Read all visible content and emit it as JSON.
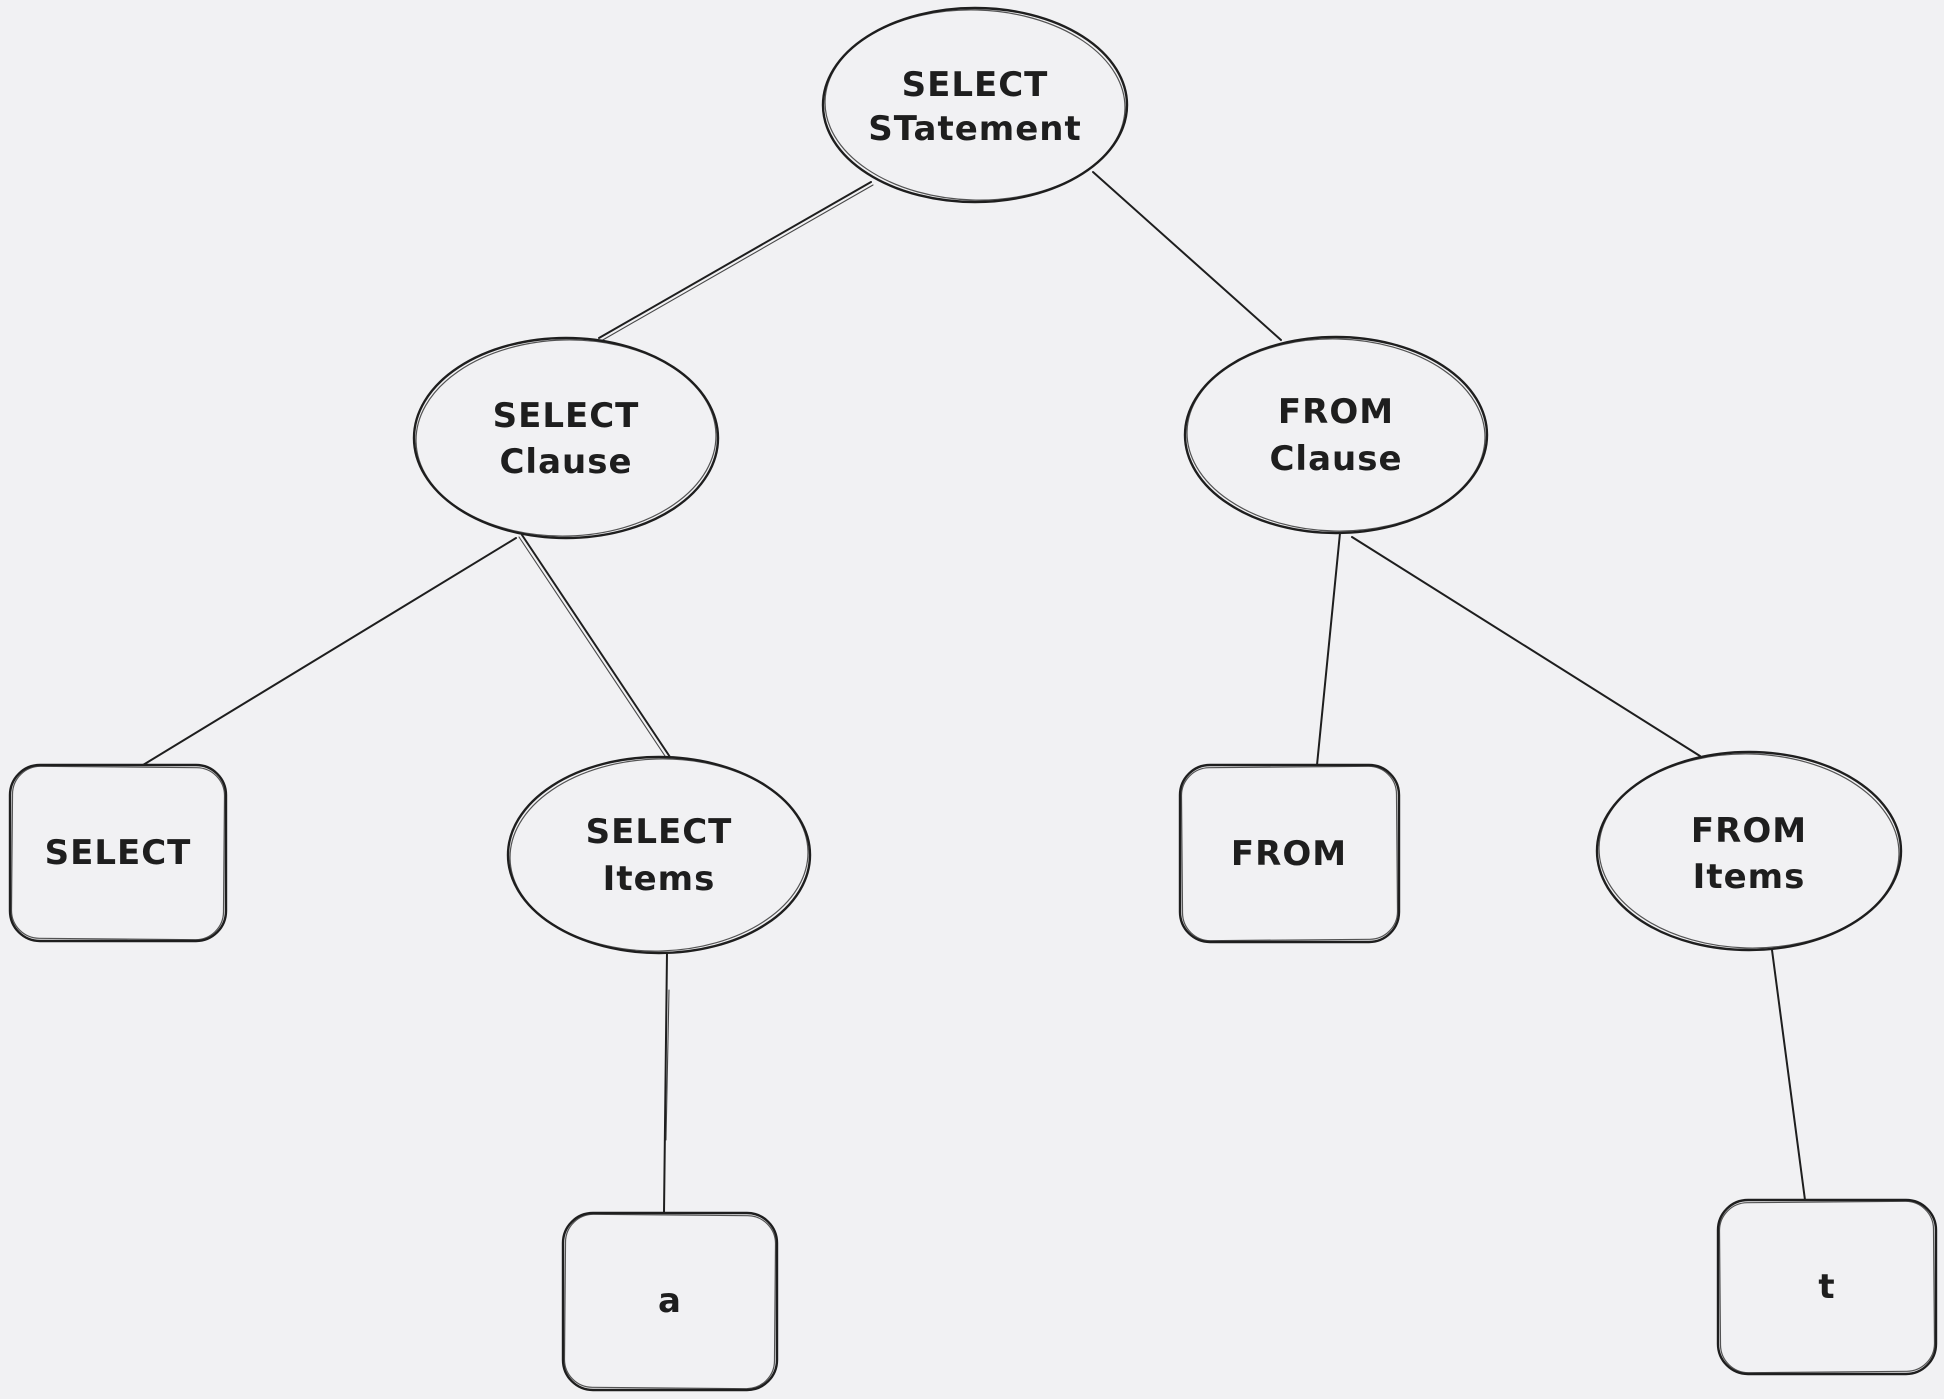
{
  "diagram": {
    "type": "tree",
    "description": "Hand-drawn parse tree of a SQL SELECT statement",
    "colors": {
      "background": "#f1f1f3",
      "stroke": "#1e1e1e",
      "text": "#1e1e1e"
    },
    "nodes": [
      {
        "id": "select-statement",
        "shape": "ellipse",
        "lines": [
          "SELECT",
          "STatement"
        ]
      },
      {
        "id": "select-clause",
        "shape": "ellipse",
        "lines": [
          "SELECT",
          "Clause"
        ]
      },
      {
        "id": "from-clause",
        "shape": "ellipse",
        "lines": [
          "FROM",
          "Clause"
        ]
      },
      {
        "id": "select-keyword",
        "shape": "rounded-rectangle",
        "lines": [
          "SELECT"
        ]
      },
      {
        "id": "select-items",
        "shape": "ellipse",
        "lines": [
          "SELECT",
          "Items"
        ]
      },
      {
        "id": "from-keyword",
        "shape": "rounded-rectangle",
        "lines": [
          "FROM"
        ]
      },
      {
        "id": "from-items",
        "shape": "ellipse",
        "lines": [
          "FROM",
          "Items"
        ]
      },
      {
        "id": "select-item-a",
        "shape": "rounded-rectangle",
        "lines": [
          "a"
        ]
      },
      {
        "id": "from-item-t",
        "shape": "rounded-rectangle",
        "lines": [
          "t"
        ]
      }
    ],
    "edges": [
      {
        "from": "select-statement",
        "to": "select-clause",
        "style": "double"
      },
      {
        "from": "select-statement",
        "to": "from-clause",
        "style": "single"
      },
      {
        "from": "select-clause",
        "to": "select-keyword",
        "style": "single"
      },
      {
        "from": "select-clause",
        "to": "select-items",
        "style": "double"
      },
      {
        "from": "from-clause",
        "to": "from-keyword",
        "style": "single"
      },
      {
        "from": "from-clause",
        "to": "from-items",
        "style": "single"
      },
      {
        "from": "select-items",
        "to": "select-item-a",
        "style": "single"
      },
      {
        "from": "from-items",
        "to": "from-item-t",
        "style": "single"
      }
    ]
  }
}
